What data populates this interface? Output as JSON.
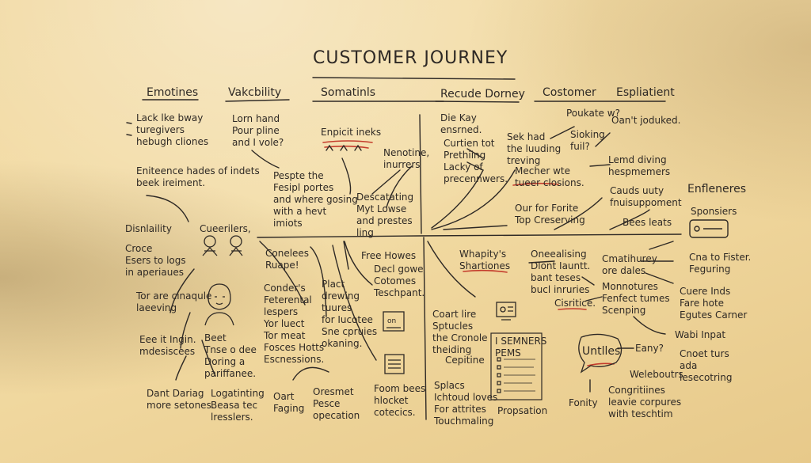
{
  "title": "CUSTOMER JOURNEY",
  "headers": {
    "emotions": "Emotines",
    "vulnerability": "Vakcbility",
    "sensations": "Somatinls",
    "recode_journey": "Recude Dorney",
    "customer": "Costomer",
    "explanation": "Espliatient",
    "enfleneres": "Enfleneres"
  },
  "notes": {
    "n1": [
      "Lack lke bway",
      "turegivers",
      "hebugh cliones"
    ],
    "n2": [
      "Lorn hand",
      "Pour pline",
      "and I vole?"
    ],
    "n3": [
      "Enpicit ineks"
    ],
    "n4": [
      "Die Kay",
      "ensrned."
    ],
    "n5": [
      "Poukate w?"
    ],
    "n6": [
      "Oan't joduked."
    ],
    "n7": [
      "Sek had",
      "the luuding",
      "treving"
    ],
    "n8": [
      "Sioking",
      "fuil?"
    ],
    "n9": [
      "Curtien tot",
      "Prethiing",
      "Lacky of",
      "precennwers."
    ],
    "n10": [
      "Nenotine,",
      "inurrers"
    ],
    "n11": [
      "Eniteence hades of indets",
      "beek ireiment."
    ],
    "n12": [
      "Pespte the",
      "Fesipl portes",
      "and where gosing",
      "with a hevt",
      "imiots"
    ],
    "n13": [
      "Descatating",
      "Myt Lowse",
      "and prestes",
      "ling"
    ],
    "n14": [
      "Mecher wte",
      "tueer closions."
    ],
    "n15": [
      "Lemd diving",
      "hespmemers"
    ],
    "n16": [
      "Cauds uuty",
      "fnuisuppoment"
    ],
    "n17": [
      "Our for Forite",
      "Top Creserving"
    ],
    "n18": [
      "Bees leats"
    ],
    "n19": [
      "Disnlaility",
      "Croce",
      "Esers to logs",
      "in aperiaues"
    ],
    "n20": [
      "Cueerilers,"
    ],
    "n21": [
      "Conelees",
      "Ruape!"
    ],
    "n22": [
      "Free Howes"
    ],
    "n23": [
      "Decl gowe",
      "Cotomes",
      "Teschpant."
    ],
    "n24": [
      "Whapity's",
      "Shartiones"
    ],
    "n25": [
      "Oneealising",
      "Dlont Iauntt.",
      "bant teses",
      "bucl inruries"
    ],
    "n26": [
      "Cmatihurey",
      "ore dales"
    ],
    "n27": [
      "Cna to Fister.",
      "Feguring"
    ],
    "n28": [
      "Sponsiers"
    ],
    "n29": [
      "Tor are cinaqule",
      "laeeving"
    ],
    "n30": [
      "Conder's",
      "Feterental",
      "lespers",
      "Yor luect",
      "Tor meat",
      "Fosces Hotts",
      "Escnessions."
    ],
    "n31": [
      "Plact",
      "drewing",
      "tuures",
      "for Iucotee",
      "Sne cpruies",
      "okaning."
    ],
    "n32": [
      "Cisritice."
    ],
    "n33": [
      "Monnotures",
      "Fenfect tumes",
      "Scenping"
    ],
    "n34": [
      "Cuere Inds",
      "Fare hote",
      "Egutes Carner"
    ],
    "n35": [
      "Eee it Ingin.",
      "mdesiscees"
    ],
    "n36": [
      "Beet",
      "Tnse o dee",
      "Doring a",
      "pariffanee."
    ],
    "n37": [
      "Coart lire",
      "Sptucles",
      "the Cronole",
      "theiding"
    ],
    "n38": [
      "I SEMNERS",
      "PEMS"
    ],
    "n39": [
      "Untlles"
    ],
    "n40": [
      "Eany?"
    ],
    "n41": [
      "Wabi Inpat"
    ],
    "n42": [
      "Cnoet turs",
      "ada",
      "lesecotring"
    ],
    "n43": [
      "Cepitine"
    ],
    "n44": [
      "Weleboutrs"
    ],
    "n45": [
      "Dant Dariag",
      "more setones."
    ],
    "n46": [
      "Logatinting",
      "Beasa tec",
      "lresslers."
    ],
    "n47": [
      "Oart",
      "Faging"
    ],
    "n48": [
      "Oresmet",
      "Pesce",
      "opecation"
    ],
    "n49": [
      "Foom bees",
      "hlocket",
      "cotecics."
    ],
    "n50": [
      "Splacs",
      "Ichtoud loves",
      "For attrites",
      "Touchmaling"
    ],
    "n51": [
      "Propsation"
    ],
    "n52": [
      "Fonity"
    ],
    "n53": [
      "Congritiines",
      "leavie corpures",
      "with teschtim"
    ],
    "n54": [
      "on"
    ]
  }
}
